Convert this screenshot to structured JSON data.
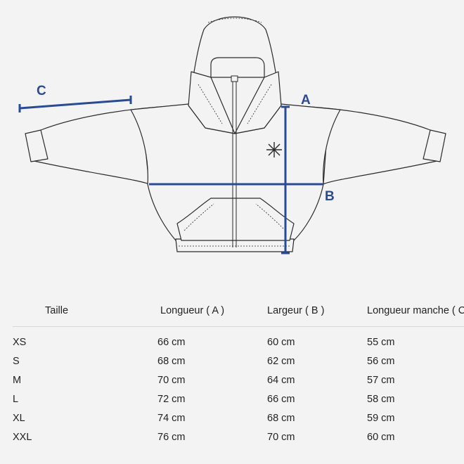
{
  "diagram": {
    "labels": {
      "a": "A",
      "b": "B",
      "c": "C"
    },
    "colors": {
      "dimension": "#2a4a94",
      "outline": "#2b2b2b",
      "garment": "#f3f3f3"
    },
    "icons": [
      "hoodie-icon",
      "snowflake-logo-icon"
    ]
  },
  "table": {
    "headers": [
      "Taille",
      "Longueur ( A )",
      "Largeur ( B )",
      "Longueur manche ( C )"
    ],
    "rows": [
      [
        "XS",
        "66 cm",
        "60 cm",
        "55 cm"
      ],
      [
        "S",
        "68 cm",
        "62 cm",
        "56 cm"
      ],
      [
        "M",
        "70 cm",
        "64 cm",
        "57 cm"
      ],
      [
        "L",
        "72 cm",
        "66 cm",
        "58 cm"
      ],
      [
        "XL",
        "74 cm",
        "68 cm",
        "59 cm"
      ],
      [
        "XXL",
        "76 cm",
        "70 cm",
        "60 cm"
      ]
    ]
  }
}
